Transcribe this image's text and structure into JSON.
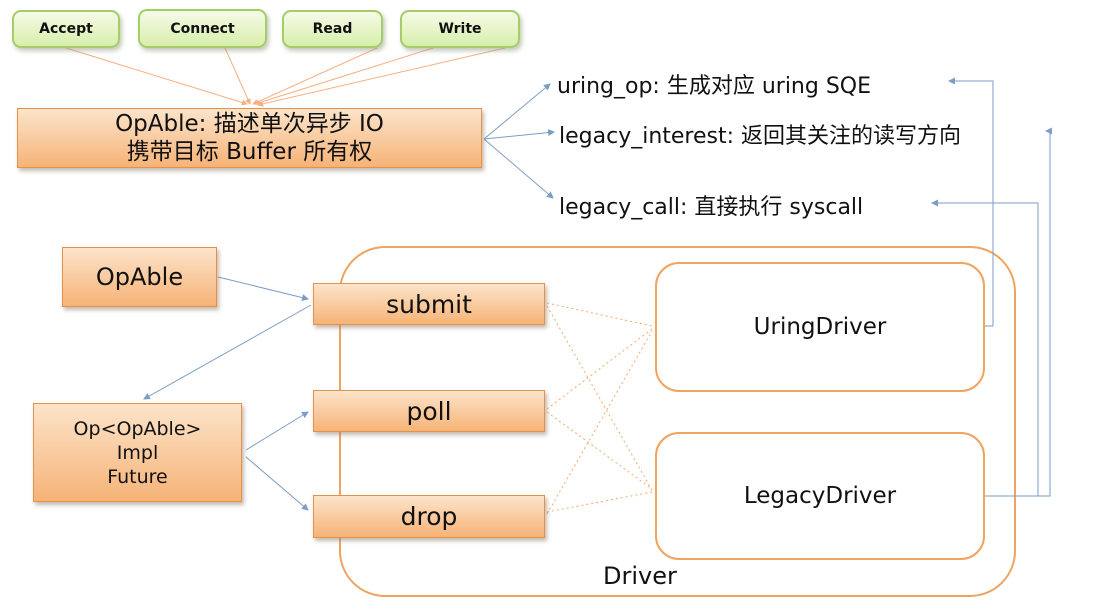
{
  "palette": {
    "green_border": "#a4cc68",
    "green_fill_top": "#f5fbe8",
    "green_fill_bottom": "#d8eeab",
    "orange_border": "#e2924a",
    "orange_fill_top": "#fce4ca",
    "orange_fill_bottom": "#f6b377",
    "container_border": "#f0a35e",
    "blue_line": "#7d9dc6",
    "orange_line": "#f5b083",
    "text": "#111111"
  },
  "op_types": [
    "Accept",
    "Connect",
    "Read",
    "Write"
  ],
  "opable_desc": {
    "line1": "OpAble: 描述单次异步 IO",
    "line2": "携带目标 Buffer 所有权"
  },
  "trait_methods": [
    "uring_op: 生成对应 uring SQE",
    "legacy_interest: 返回其关注的读写方向",
    "legacy_call: 直接执行 syscall"
  ],
  "flow": {
    "opable": "OpAble",
    "op_wrapper": [
      "Op<OpAble>",
      "Impl",
      "Future"
    ],
    "methods": [
      "submit",
      "poll",
      "drop"
    ],
    "drivers": [
      "UringDriver",
      "LegacyDriver"
    ],
    "container": "Driver"
  }
}
